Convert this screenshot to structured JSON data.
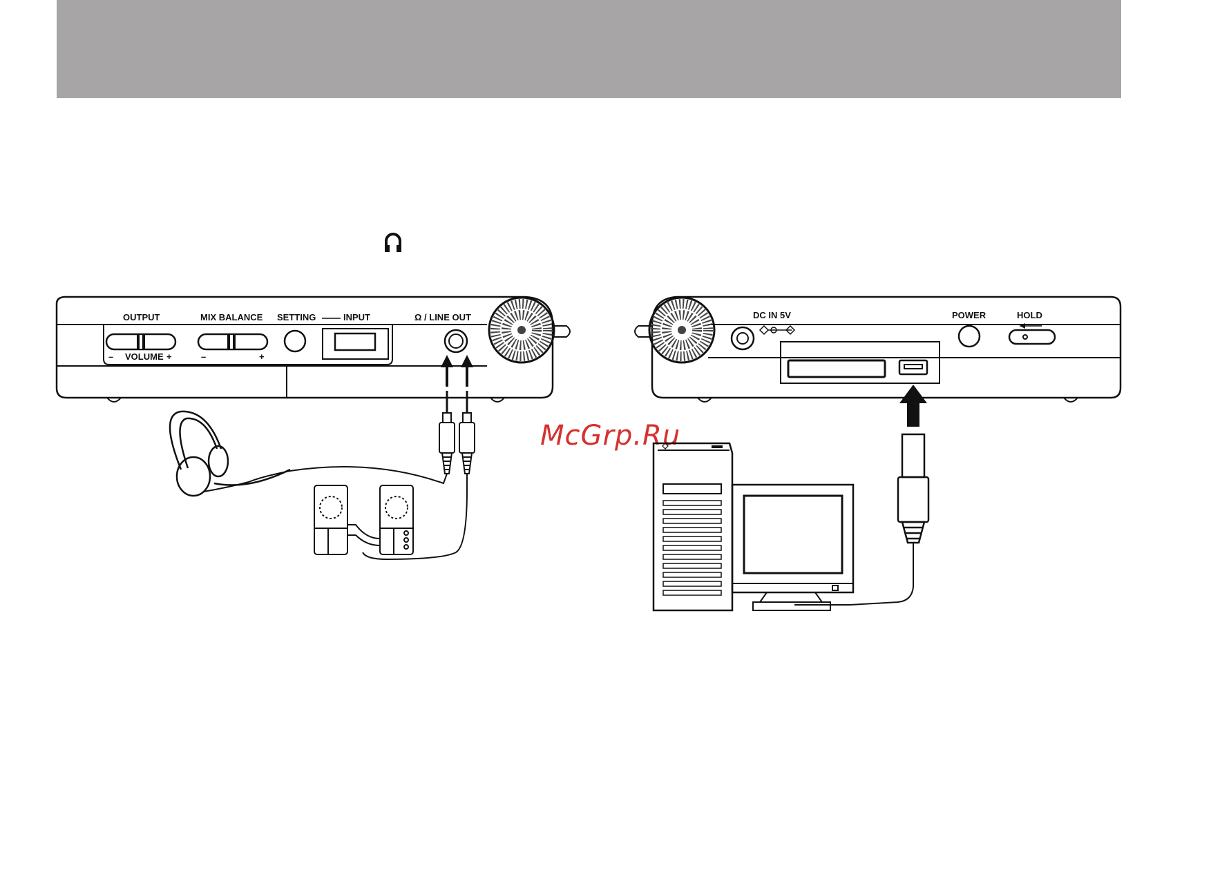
{
  "colors": {
    "band": "#a7a5a6",
    "line": "#111111",
    "watermark": "#d63030"
  },
  "icons": [
    "headphones-icon",
    "microphone-grille-icon",
    "arrow-up-icon",
    "usb-plug-icon",
    "computer-tower-icon",
    "monitor-icon",
    "speaker-icon",
    "headphones-device-icon"
  ],
  "watermark": "McGrp.Ru",
  "left_panel": {
    "output_label": "OUTPUT",
    "volume_minus": "–",
    "volume_label": "VOLUME",
    "volume_plus": "+",
    "mix_label": "MIX BALANCE",
    "mix_minus": "–",
    "mix_plus": "+",
    "setting_label": "SETTING",
    "input_label": "INPUT",
    "lineout_label": "Ω / LINE OUT"
  },
  "right_panel": {
    "dcin_label": "DC IN 5V",
    "power_label": "POWER",
    "hold_label": "HOLD"
  }
}
